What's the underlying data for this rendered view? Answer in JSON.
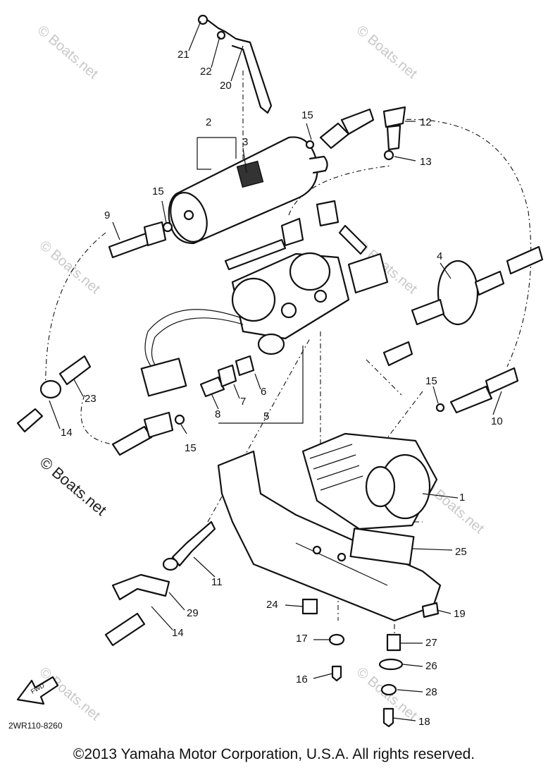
{
  "callouts": [
    "21",
    "22",
    "20",
    "2",
    "3",
    "15",
    "12",
    "13",
    "15",
    "9",
    "4",
    "23",
    "14",
    "8",
    "7",
    "6",
    "5",
    "15",
    "15",
    "10",
    "1",
    "25",
    "11",
    "29",
    "14",
    "24",
    "19",
    "17",
    "27",
    "26",
    "16",
    "28",
    "18"
  ],
  "watermark": "© Boats.net",
  "diagram_code": "2WR110-8260",
  "fwd_label": "FWD",
  "footer": "©2013 Yamaha Motor Corporation, U.S.A. All rights reserved."
}
